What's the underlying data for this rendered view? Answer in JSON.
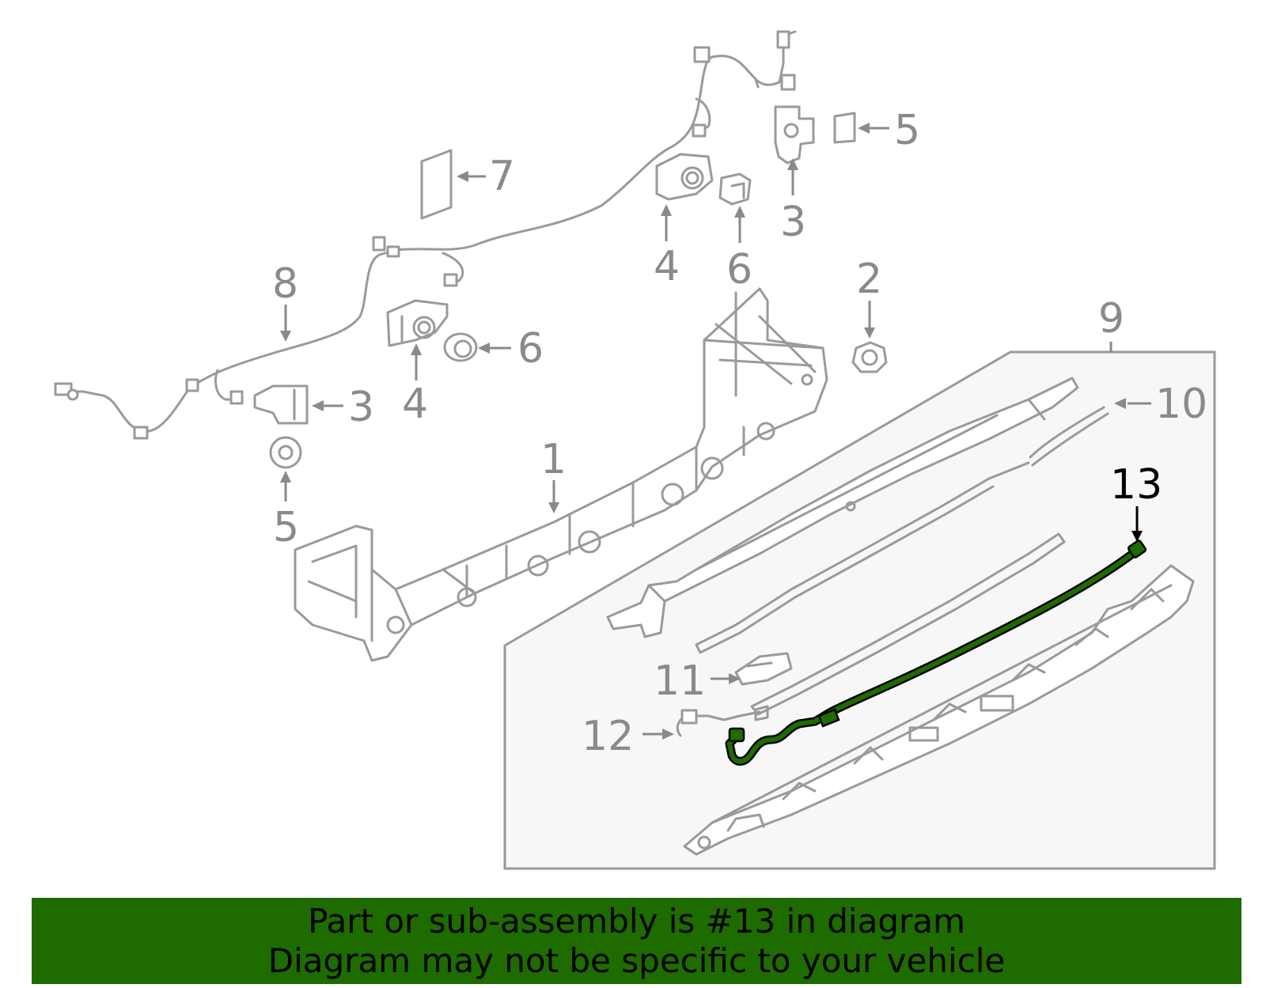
{
  "colors": {
    "part_gray": "#9a9a9a",
    "highlight_green": "#1e6b00",
    "banner_bg": "#1e6b00",
    "assembly_box_bg": "#f7f7f7"
  },
  "callouts": {
    "c1": "1",
    "c2": "2",
    "c3a": "3",
    "c3b": "3",
    "c4a": "4",
    "c4b": "4",
    "c5a": "5",
    "c5b": "5",
    "c6a": "6",
    "c6b": "6",
    "c7": "7",
    "c8": "8",
    "c9": "9",
    "c10": "10",
    "c11": "11",
    "c12": "12",
    "c13": "13"
  },
  "highlighted_part": "13",
  "banner": {
    "line1": "Part or sub-assembly is #13 in diagram",
    "line2": "Diagram may not be specific to your vehicle"
  }
}
